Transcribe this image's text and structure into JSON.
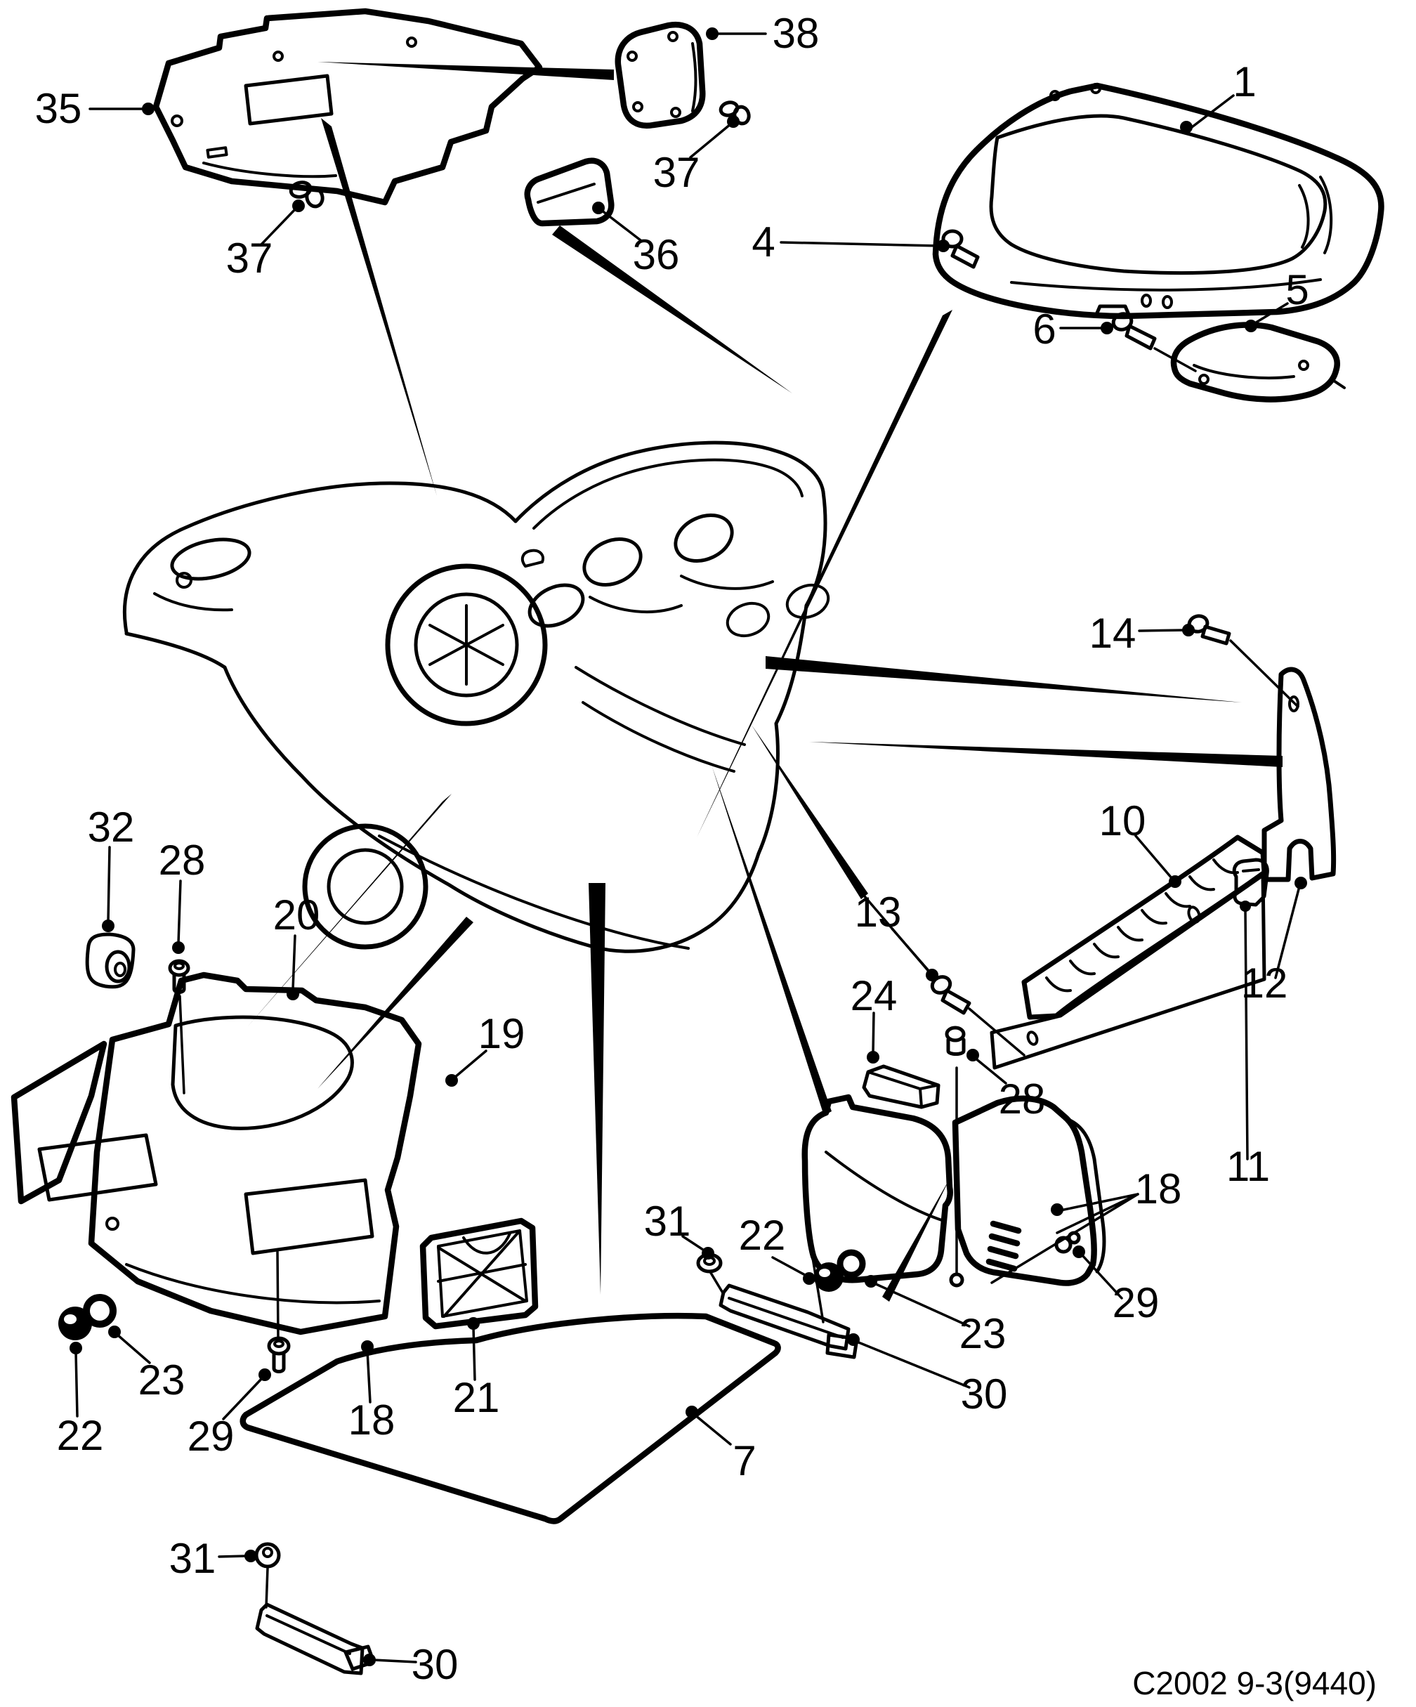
{
  "caption": {
    "text": "C2002 9-3(9440)"
  },
  "colors": {
    "line": "#000000",
    "background": "#ffffff"
  },
  "callouts": {
    "c1": {
      "text": "1"
    },
    "c4": {
      "text": "4"
    },
    "c5": {
      "text": "5"
    },
    "c6": {
      "text": "6"
    },
    "c7": {
      "text": "7"
    },
    "c10": {
      "text": "10"
    },
    "c11": {
      "text": "11"
    },
    "c12": {
      "text": "12"
    },
    "c13": {
      "text": "13"
    },
    "c14": {
      "text": "14"
    },
    "c18L": {
      "text": "18"
    },
    "c18R": {
      "text": "18"
    },
    "c19": {
      "text": "19"
    },
    "c20": {
      "text": "20"
    },
    "c21": {
      "text": "21"
    },
    "c22L": {
      "text": "22"
    },
    "c22R": {
      "text": "22"
    },
    "c23L": {
      "text": "23"
    },
    "c23R": {
      "text": "23"
    },
    "c24": {
      "text": "24"
    },
    "c28L": {
      "text": "28"
    },
    "c28R": {
      "text": "28"
    },
    "c29L": {
      "text": "29"
    },
    "c29R": {
      "text": "29"
    },
    "c30L": {
      "text": "30"
    },
    "c30R": {
      "text": "30"
    },
    "c31L": {
      "text": "31"
    },
    "c31R": {
      "text": "31"
    },
    "c32": {
      "text": "32"
    },
    "c35": {
      "text": "35"
    },
    "c36": {
      "text": "36"
    },
    "c37a": {
      "text": "37"
    },
    "c37b": {
      "text": "37"
    },
    "c38": {
      "text": "38"
    }
  }
}
